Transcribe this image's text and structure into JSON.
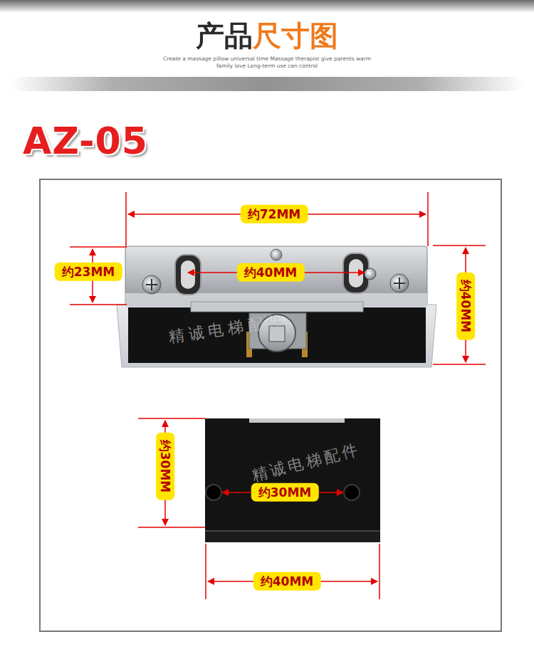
{
  "diagram": {
    "title": "产品尺寸图",
    "labels": [
      "Create a massage pillow universal time Massage therapist give parents warm family love Long-term use can control",
      "AZ-05",
      "约72MM",
      "约23MM",
      "约40MM",
      "约40MM",
      "精诚电梯配件",
      "约30MM",
      "约30MM",
      "约40MM",
      "精诚电梯配件"
    ]
  }
}
